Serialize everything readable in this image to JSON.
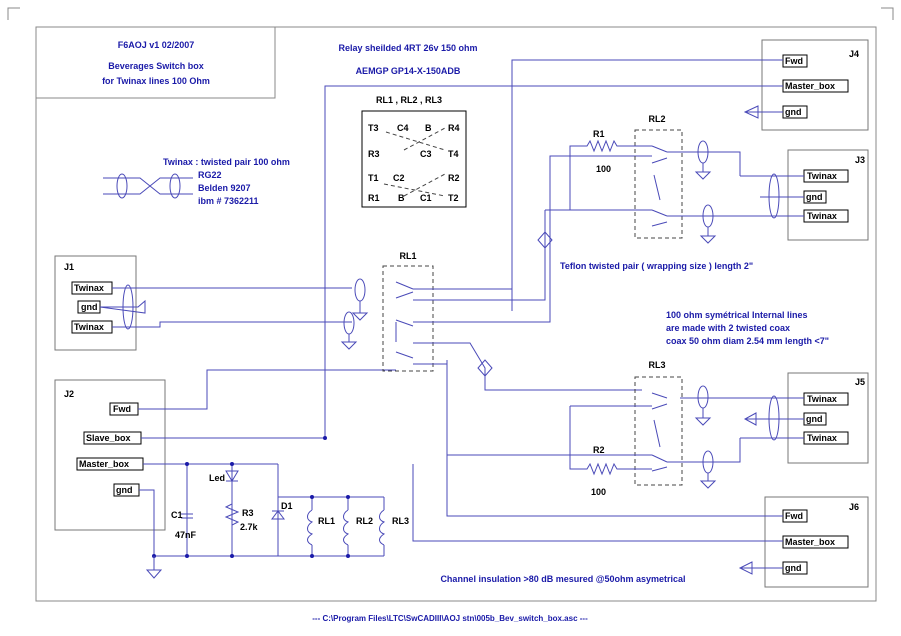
{
  "title_block": {
    "line1": "F6AOJ  v1  02/2007",
    "line2": "Beverages Switch box",
    "line3": "for Twinax lines 100 Ohm"
  },
  "relay_note": {
    "line1": "Relay sheilded 4RT 26v 150 ohm",
    "line2": "AEMGP  GP14-X-150ADB"
  },
  "pinout": {
    "title": "RL1 , RL2 , RL3",
    "row1": [
      "T3",
      "C4",
      "B",
      "R4"
    ],
    "row2": [
      "R3",
      "C3",
      "T4"
    ],
    "row3": [
      "T1",
      "C2",
      "R2"
    ],
    "row4": [
      "R1",
      "B",
      "C1",
      "T2"
    ]
  },
  "twinax_note": {
    "line1": "Twinax : twisted pair 100 ohm",
    "line2": "RG22",
    "line3": "Belden 9207",
    "line4": "ibm # 7362211"
  },
  "teflon_note": "Teflon twisted pair ( wrapping size ) length 2\"",
  "internal_note": {
    "line1": "100 ohm symétrical Internal lines",
    "line2": "are made with 2 twisted coax",
    "line3": "coax 50 ohm diam 2.54 mm length <7\""
  },
  "insulation_note": "Channel insulation >80 dB mesured @50ohm asymetrical",
  "file_path": "--- C:\\Program Files\\LTC\\SwCADIII\\AOJ stn\\005b_Bev_switch_box.asc ---",
  "connectors": {
    "j1": {
      "name": "J1",
      "pins": [
        "Twinax",
        "gnd",
        "Twinax"
      ]
    },
    "j2": {
      "name": "J2",
      "pins": [
        "Fwd",
        "Slave_box",
        "Master_box",
        "gnd"
      ]
    },
    "j3": {
      "name": "J3",
      "pins": [
        "Twinax",
        "gnd",
        "Twinax"
      ]
    },
    "j4": {
      "name": "J4",
      "pins": [
        "Fwd",
        "Master_box",
        "gnd"
      ]
    },
    "j5": {
      "name": "J5",
      "pins": [
        "Twinax",
        "gnd",
        "Twinax"
      ]
    },
    "j6": {
      "name": "J6",
      "pins": [
        "Fwd",
        "Master_box",
        "gnd"
      ]
    }
  },
  "relays": {
    "rl1": "RL1",
    "rl2": "RL2",
    "rl3": "RL3"
  },
  "components": {
    "r1": {
      "name": "R1",
      "value": "100"
    },
    "r2": {
      "name": "R2",
      "value": "100"
    },
    "r3": {
      "name": "R3",
      "value": "2.7k"
    },
    "c1": {
      "name": "C1",
      "value": "47nF"
    },
    "d1": {
      "name": "D1"
    },
    "led": {
      "name": "Led"
    },
    "coils": [
      "RL1",
      "RL2",
      "RL3"
    ]
  }
}
